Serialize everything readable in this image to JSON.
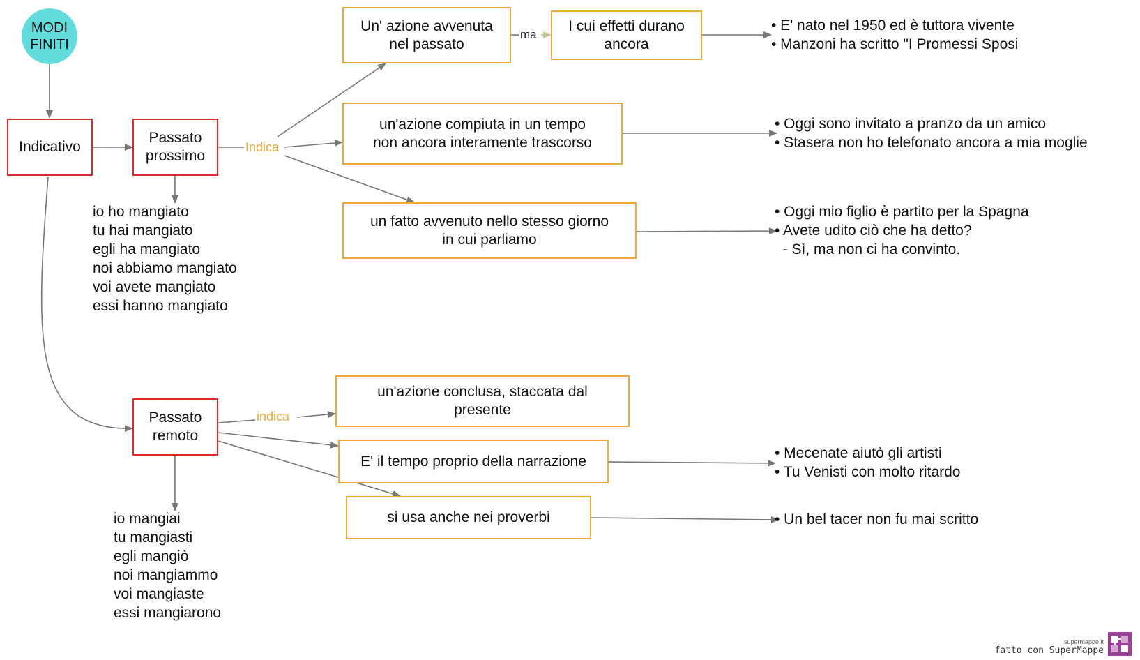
{
  "nodes": {
    "modi_finiti": "MODI\nFINITI",
    "indicativo": "Indicativo",
    "passato_prossimo": "Passato\nprossimo",
    "azione_passato": "Un' azione avvenuta\nnel passato",
    "effetti": "I cui effetti durano\nancora",
    "azione_compiuta": "un'azione compiuta in un tempo\nnon ancora interamente trascorso",
    "fatto_giorno": "un fatto avvenuto nello stesso giorno\nin cui parliamo",
    "passato_remoto": "Passato\nremoto",
    "azione_conclusa": "un'azione conclusa, staccata dal\npresente",
    "narrazione": "E' il tempo proprio della narrazione",
    "proverbi": "si usa anche nei proverbi"
  },
  "edge_labels": {
    "ma": "ma",
    "indica_prossimo": "Indica",
    "indica_remoto": "indica"
  },
  "conjugations": {
    "prossimo": "io ho mangiato\ntu hai mangiato\negli ha mangiato\nnoi abbiamo mangiato\nvoi avete mangiato\nessi hanno mangiato",
    "remoto": "io mangiai\ntu mangiasti\negli mangiò\nnoi mangiammo\nvoi mangiaste\nessi mangiarono"
  },
  "examples": {
    "effetti": "• E' nato nel 1950 ed è tuttora vivente\n• Manzoni ha scritto \"I Promessi Sposi",
    "compiuta": "• Oggi sono invitato a pranzo da un amico\n• Stasera non ho telefonato ancora a mia moglie",
    "giorno": "• Oggi mio figlio è partito per la Spagna\n• Avete udito ciò che ha detto?\n  - Sì, ma non ci ha convinto.",
    "narrazione": "• Mecenate aiutò gli artisti\n• Tu Venisti con molto ritardo",
    "proverbi": "• Un bel tacer non fu mai scritto"
  },
  "footer": {
    "site": "supermappe.it",
    "made_with": "fatto con SuperMappe"
  },
  "colors": {
    "red_border": "#d92b2b",
    "orange_border": "#eda93a",
    "circle_fill": "#62dcdc",
    "edge": "#777777",
    "label_accent": "#eda93a",
    "logo": "#9b3f98"
  }
}
